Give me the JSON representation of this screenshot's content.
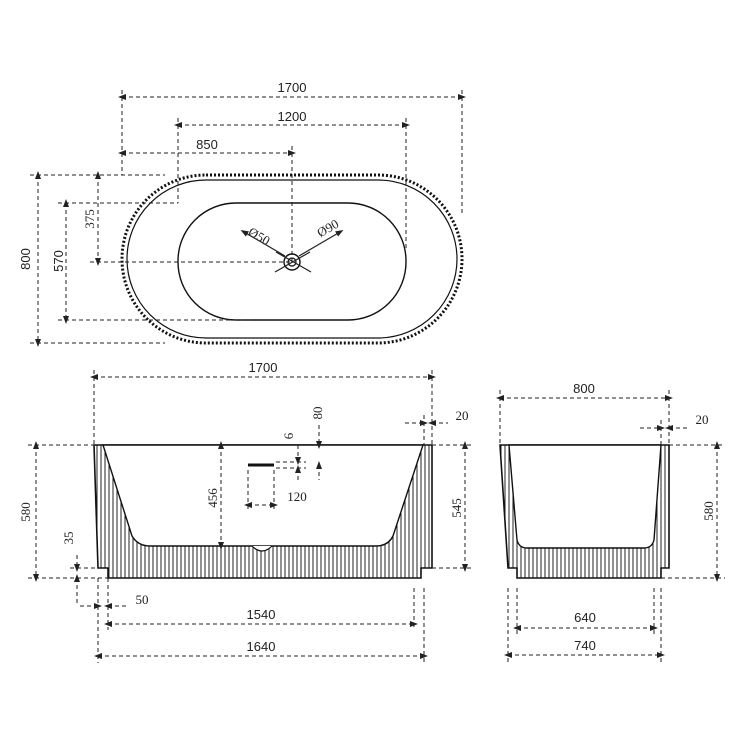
{
  "top_view": {
    "overall_length": "1700",
    "inner_length": "1200",
    "drain_offset": "850",
    "overall_width": "800",
    "inner_width": "570",
    "drain_to_inner_edge": "375",
    "drain_diameter": "Ø50",
    "overflow_diameter": "Ø90"
  },
  "front_view": {
    "overall_length": "1700",
    "rim_thickness": "20",
    "overflow_height": "80",
    "overflow_slot": "6",
    "inner_depth": "456",
    "overflow_offset": "120",
    "overall_height": "580",
    "inside_height": "545",
    "base_height": "35",
    "base_inset": "50",
    "base_length": "1540",
    "bottom_length": "1640"
  },
  "side_view": {
    "overall_width": "800",
    "rim_thickness": "20",
    "overall_height": "580",
    "base_width": "640",
    "bottom_width": "740"
  }
}
